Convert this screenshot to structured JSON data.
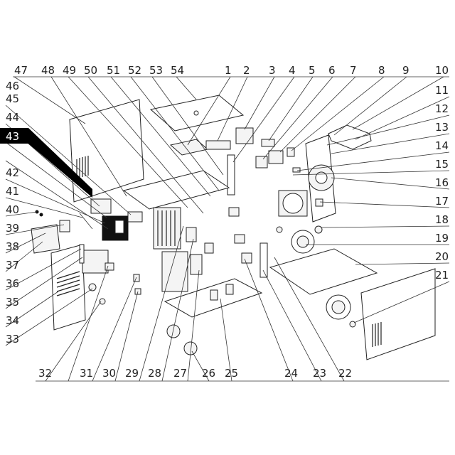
{
  "diagram": {
    "labels": [
      "1",
      "2",
      "3",
      "4",
      "5",
      "6",
      "7",
      "8",
      "9",
      "10",
      "11",
      "12",
      "13",
      "14",
      "15",
      "16",
      "17",
      "18",
      "19",
      "20",
      "21",
      "22",
      "23",
      "24",
      "25",
      "26",
      "27",
      "28",
      "29",
      "30",
      "31",
      "32",
      "33",
      "34",
      "35",
      "36",
      "37",
      "38",
      "39",
      "40",
      "41",
      "42",
      "43",
      "44",
      "45",
      "46",
      "47",
      "48",
      "49",
      "50",
      "51",
      "52",
      "53",
      "54"
    ],
    "highlighted_label": "43",
    "colors": {
      "line": "#333333",
      "highlight_bg": "#000000",
      "highlight_text": "#ffffff"
    }
  }
}
